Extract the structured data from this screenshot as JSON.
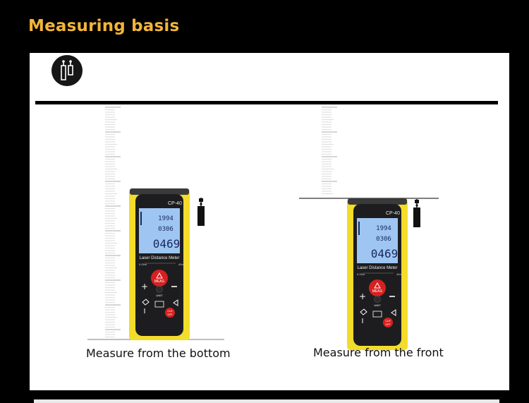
{
  "header": {
    "title": "Measuring basis"
  },
  "icon": {
    "name": "laser-distance-meter-icon"
  },
  "devices": [
    {
      "caption": "Measure from the bottom",
      "model": "CP-40",
      "readings": [
        "1994",
        "0306",
        "0469"
      ],
      "label": "Laser Distance Meter",
      "range_min": "0.05m",
      "range_max": "40m",
      "buttons": {
        "meas": "MEAS",
        "unit": "UNIT",
        "clr": "CLR",
        "off": "OFF"
      }
    },
    {
      "caption": "Measure from the front",
      "model": "CP-40",
      "readings": [
        "1994",
        "0306",
        "0469"
      ],
      "label": "Laser Distance Meter",
      "range_min": "0.05m",
      "range_max": "40m",
      "buttons": {
        "meas": "MEAS",
        "unit": "UNIT",
        "clr": "CLR",
        "off": "OFF"
      }
    }
  ],
  "colors": {
    "accent": "#f2b53a",
    "device_yellow": "#f3dc2a",
    "screen_blue": "#9fc6f2",
    "meas_red": "#d62020"
  }
}
